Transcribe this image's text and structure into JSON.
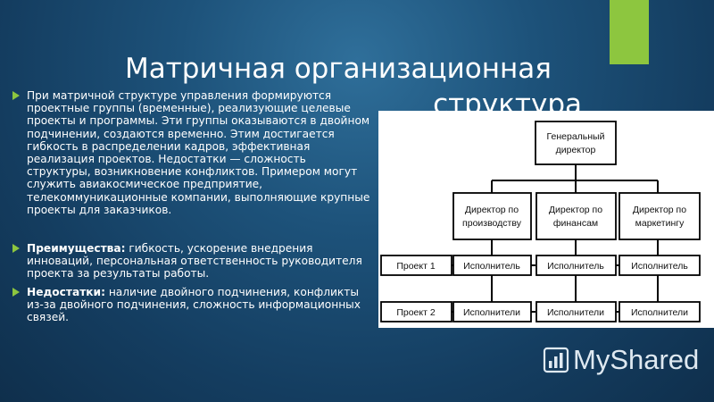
{
  "slide": {
    "title_line1": "Матричная организационная",
    "title_line2": "структура",
    "paragraph1": "При матричной структуре управления формируются проектные группы (временные), реализующие целевые проекты и программы. Эти группы оказываются в двойном подчинении, создаются временно. Этим достигается гибкость в распределении кадров, эффективная реализация проектов. Недостатки — сложность структуры, возникновение конфликтов. Примером могут служить авиакосмическое предприятие, телекоммуникационные компании, выполняющие крупные проекты для заказчиков.",
    "advantages_label": "Преимущества:",
    "advantages_text": " гибкость, ускорение внедрения инноваций, персональная ответственность руководителя проекта за результаты работы.",
    "disadvantages_label": "Недостатки:",
    "disadvantages_text": " наличие двойного подчинения, конфликты из-за двойного подчинения, сложность информационных связей."
  },
  "diagram": {
    "ceo_line1": "Генеральный",
    "ceo_line2": "директор",
    "dir_production_line1": "Директор по",
    "dir_production_line2": "производству",
    "dir_finance_line1": "Директор по",
    "dir_finance_line2": "финансам",
    "dir_marketing_line1": "Директор по",
    "dir_marketing_line2": "маркетингу",
    "project1": "Проект 1",
    "project2": "Проект 2",
    "executor": "Исполнитель",
    "executors": "Исполнители"
  },
  "watermark": {
    "text": "MyShared"
  },
  "colors": {
    "accent": "#8dc63f",
    "background": "#1d527a",
    "text": "#ffffff"
  }
}
